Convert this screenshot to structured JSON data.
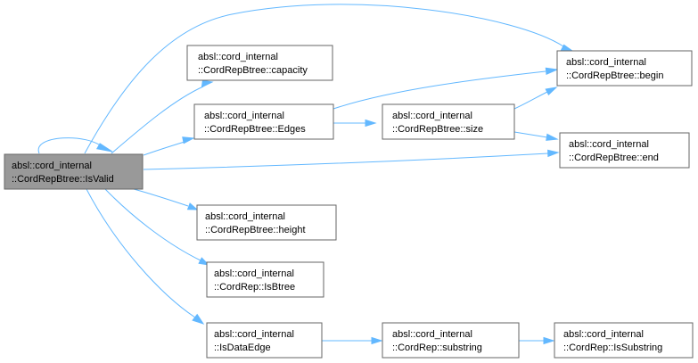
{
  "nodes": {
    "isvalid": {
      "line1": "absl::cord_internal",
      "line2": "::CordRepBtree::IsValid"
    },
    "capacity": {
      "line1": "absl::cord_internal",
      "line2": "::CordRepBtree::capacity"
    },
    "edges": {
      "line1": "absl::cord_internal",
      "line2": "::CordRepBtree::Edges"
    },
    "height": {
      "line1": "absl::cord_internal",
      "line2": "::CordRepBtree::height"
    },
    "isbtree": {
      "line1": "absl::cord_internal",
      "line2": "::CordRep::IsBtree"
    },
    "isdataedge": {
      "line1": "absl::cord_internal",
      "line2": "::IsDataEdge"
    },
    "size": {
      "line1": "absl::cord_internal",
      "line2": "::CordRepBtree::size"
    },
    "substring": {
      "line1": "absl::cord_internal",
      "line2": "::CordRep::substring"
    },
    "begin": {
      "line1": "absl::cord_internal",
      "line2": "::CordRepBtree::begin"
    },
    "end": {
      "line1": "absl::cord_internal",
      "line2": "::CordRepBtree::end"
    },
    "issubstring": {
      "line1": "absl::cord_internal",
      "line2": "::CordRep::IsSubstring"
    }
  },
  "edges": [
    {
      "from": "isvalid",
      "to": "isvalid"
    },
    {
      "from": "isvalid",
      "to": "capacity"
    },
    {
      "from": "isvalid",
      "to": "edges"
    },
    {
      "from": "isvalid",
      "to": "begin"
    },
    {
      "from": "isvalid",
      "to": "end"
    },
    {
      "from": "isvalid",
      "to": "height"
    },
    {
      "from": "isvalid",
      "to": "isbtree"
    },
    {
      "from": "isvalid",
      "to": "isdataedge"
    },
    {
      "from": "edges",
      "to": "begin"
    },
    {
      "from": "edges",
      "to": "size"
    },
    {
      "from": "size",
      "to": "begin"
    },
    {
      "from": "size",
      "to": "end"
    },
    {
      "from": "isdataedge",
      "to": "substring"
    },
    {
      "from": "substring",
      "to": "issubstring"
    }
  ],
  "colors": {
    "edge": "#63b8ff",
    "node_border": "#666666",
    "root_fill": "#999999",
    "node_fill": "#ffffff"
  }
}
